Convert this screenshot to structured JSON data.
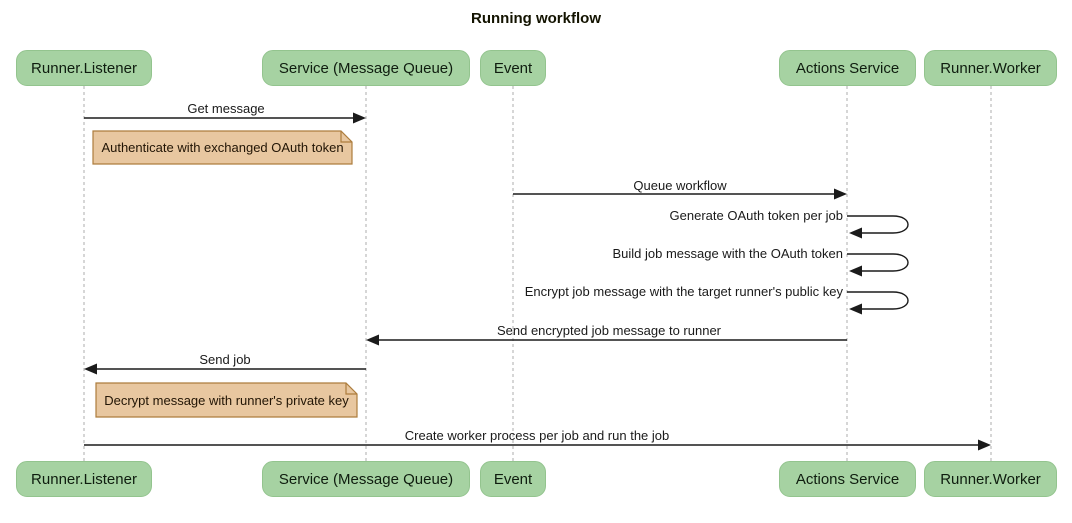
{
  "title": "Running workflow",
  "diagram_type": "sequence",
  "colors": {
    "actor_fill": "#a6d2a2",
    "note_fill": "#e8c7a0",
    "note_border": "#ad7d3d",
    "lifeline": "#adadad",
    "arrow": "#1b1b1b",
    "background": "#ffffff"
  },
  "actors": [
    {
      "label": "Runner.Listener"
    },
    {
      "label": "Service (Message Queue)"
    },
    {
      "label": "Event"
    },
    {
      "label": "Actions Service"
    },
    {
      "label": "Runner.Worker"
    }
  ],
  "messages": {
    "get_message": "Get message",
    "queue_workflow": "Queue workflow",
    "generate_token": "Generate OAuth token per job",
    "build_job": "Build job message with the OAuth token",
    "encrypt_job": "Encrypt job message with the target runner's public key",
    "send_encrypted": "Send encrypted job message to runner",
    "send_job": "Send job",
    "create_worker": "Create worker process per job and run the job"
  },
  "notes": {
    "authenticate": "Authenticate with exchanged OAuth token",
    "decrypt": "Decrypt message with runner's private key"
  }
}
